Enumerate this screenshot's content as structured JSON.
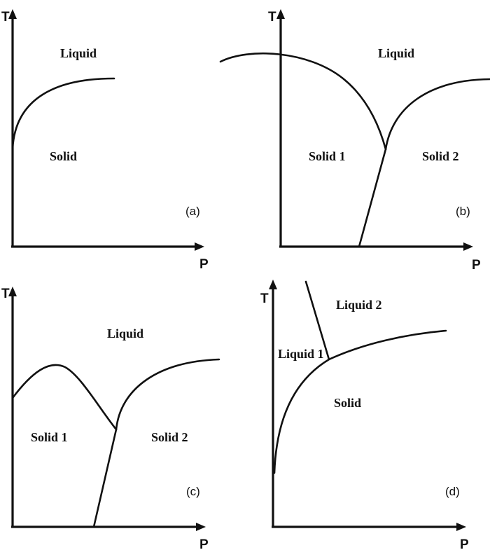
{
  "panels": [
    {
      "tag": "(a)",
      "t_label": "T",
      "p_label": "P",
      "regions": [
        "Liquid",
        "Solid"
      ]
    },
    {
      "tag": "(b)",
      "t_label": "T",
      "p_label": "P",
      "regions": [
        "Liquid",
        "Solid 1",
        "Solid 2"
      ]
    },
    {
      "tag": "(c)",
      "t_label": "T",
      "p_label": "P",
      "regions": [
        "Liquid",
        "Solid 1",
        "Solid 2"
      ]
    },
    {
      "tag": "(d)",
      "t_label": "T",
      "p_label": "P",
      "regions": [
        "Liquid 2",
        "Liquid 1",
        "Solid"
      ]
    }
  ]
}
